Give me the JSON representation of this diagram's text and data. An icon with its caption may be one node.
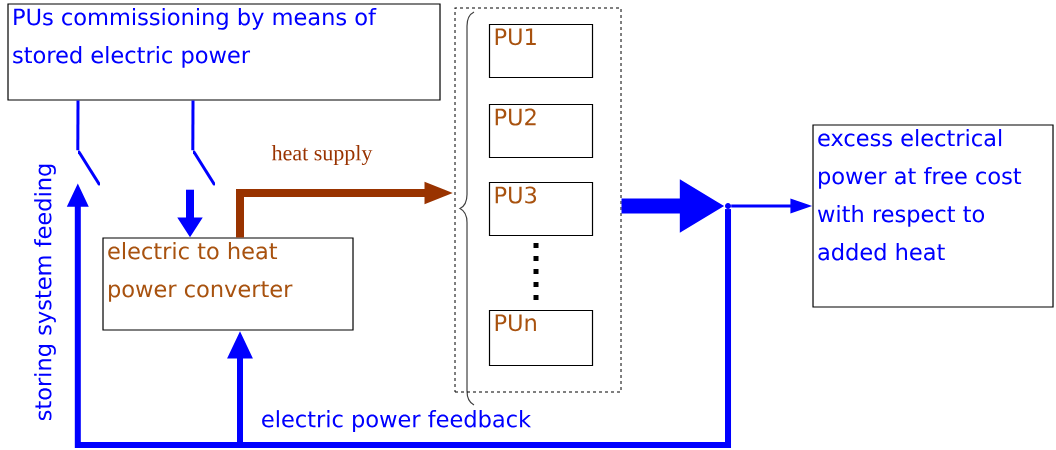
{
  "diagram": {
    "nodes": [
      {
        "text": [
          "PUs commissioning by means of stored electric power"
        ]
      },
      {
        "text": [
          "electric to heat power converter"
        ]
      },
      {
        "text": [],
        "shape": "box"
      },
      {
        "text": [
          "PU1"
        ],
        "in": 2
      },
      {
        "text": [
          "PU2"
        ],
        "in": 2
      },
      {
        "text": [
          "PU3"
        ],
        "in": 2
      },
      {
        "text": [
          "PUn"
        ],
        "in": 2
      },
      {
        "text": [
          "excess electrical power at free cost with respect to added heat"
        ]
      },
      {
        "text": [],
        "shape": "point"
      },
      {
        "text": [],
        "shape": "switch"
      },
      {
        "text": [],
        "shape": "switch"
      }
    ],
    "edges": [
      {
        "from": 0,
        "to": 10,
        "arrow": "none"
      },
      {
        "from": 0,
        "to": 9,
        "arrow": "none"
      },
      {
        "from": 10,
        "to": 1,
        "arrow": "to"
      },
      {
        "from": 1,
        "to": 2,
        "arrow": "to",
        "color": "#993300",
        "label": "heat supply"
      },
      {
        "from": 2,
        "to": 8,
        "arrow": "to",
        "style": "thick"
      },
      {
        "from": 8,
        "to": 7,
        "arrow": "to"
      },
      {
        "from": 8,
        "to": 1,
        "arrow": "to",
        "label": "electric power feedback"
      },
      {
        "from": 8,
        "to": 9,
        "arrow": "to",
        "label": "storing system feeding"
      }
    ]
  }
}
